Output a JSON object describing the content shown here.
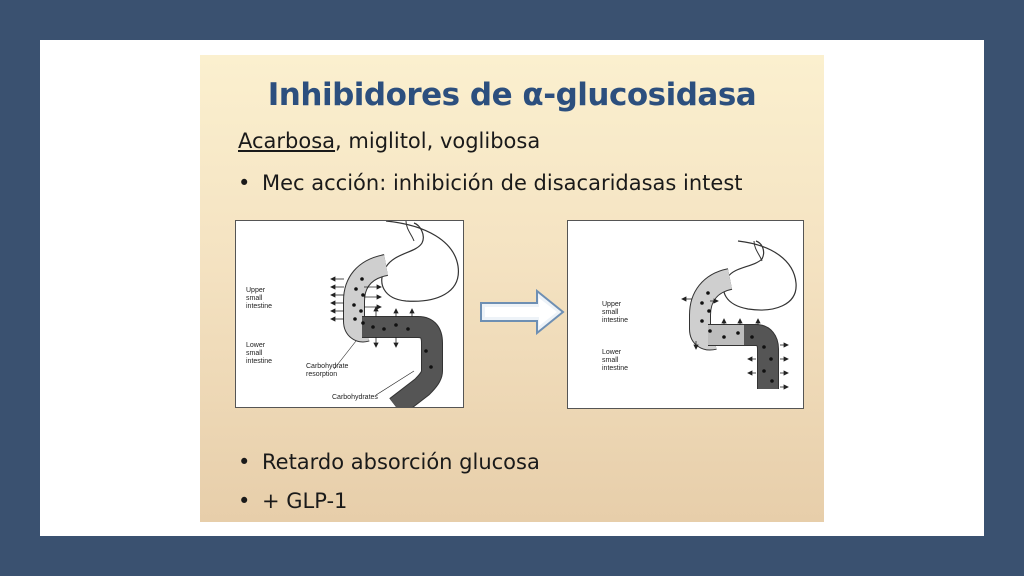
{
  "slide": {
    "title": "Inhibidores de α-glucosidasa",
    "subtitle_underlined": "Acarbosa",
    "subtitle_rest": ", miglitol, voglibosa",
    "bullet_char": "•",
    "bullets": [
      "Mec acción: inhibición de disacaridasas intest",
      "Retardo absorción glucosa",
      "+ GLP-1"
    ]
  },
  "diagram_left": {
    "labels": {
      "upper_small_intestine": [
        "Upper",
        "small",
        "intestine"
      ],
      "lower_small_intestine": [
        "Lower",
        "small",
        "intestine"
      ],
      "carbohydrate_resorption": [
        "Carbohydrate",
        "resorption"
      ],
      "carbohydrates": "Carbohydrates"
    }
  },
  "diagram_right": {
    "labels": {
      "upper_small_intestine": [
        "Upper",
        "small",
        "intestine"
      ],
      "lower_small_intestine": [
        "Lower",
        "small",
        "intestine"
      ]
    }
  },
  "colors": {
    "outer_background": "#3a5170",
    "title": "#2c4f7e",
    "text": "#1a1a1a",
    "intestine_light": "#cfcfcf",
    "intestine_dark": "#555555"
  },
  "icons": {
    "transition_arrow": "right-arrow-icon"
  }
}
